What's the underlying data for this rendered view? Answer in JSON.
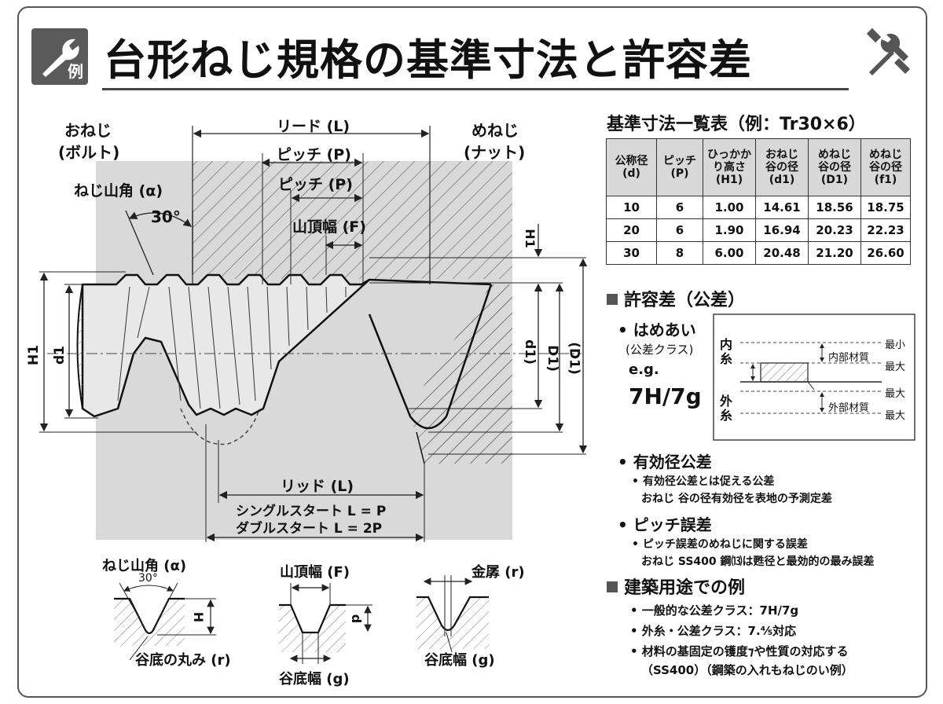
{
  "header": {
    "badge_label": "例",
    "title": "台形ねじ規格の基準寸法と許容差"
  },
  "diagram": {
    "bolt_label_1": "おねじ",
    "bolt_label_2": "(ボルト)",
    "nut_label_1": "めねじ",
    "nut_label_2": "(ナット)",
    "thread_angle_label": "ねじ山角 (α)",
    "angle_value": "30°",
    "lead_label": "リード (L)",
    "pitch_label_1": "ピッチ (P)",
    "pitch_label_2": "ピッチ (P)",
    "crest_width_label": "山頂幅 (F)",
    "h1_label": "H1",
    "d1_label": "d1",
    "d1_right_label": "d1)",
    "D1_label": "D1)",
    "D1_paren_label": "(D1)",
    "h1_top_label": "H1",
    "lead_bottom_label": "リッド (L)",
    "single_start": "シングルスタート L = P",
    "double_start": "ダブルスタート L = 2P"
  },
  "details": {
    "d1_title": "ねじ山角 (α)",
    "d1_angle": "30°",
    "d1_h": "H",
    "d1_caption": "谷底の丸み (r)",
    "d2_title": "山頂幅 (F)",
    "d2_d": "d",
    "d2_caption": "谷底幅 (g)",
    "d3_title": "金孱 (r)",
    "d3_caption": "谷底幅 (g)"
  },
  "table": {
    "title": "基準寸法一覧表（例：Tr30×6）",
    "headers": [
      [
        "公称径",
        "(d)"
      ],
      [
        "ピッチ",
        "(P)"
      ],
      [
        "ひっかか",
        "り高さ",
        "(H1)"
      ],
      [
        "おねじ",
        "谷の径",
        "(d1)"
      ],
      [
        "めねじ",
        "谷の径",
        "(D1)"
      ],
      [
        "めねじ",
        "谷の径",
        "(f1)"
      ]
    ],
    "rows": [
      [
        "10",
        "6",
        "1.00",
        "14.61",
        "18.56",
        "18.75"
      ],
      [
        "20",
        "6",
        "1.90",
        "16.94",
        "20.23",
        "22.23"
      ],
      [
        "30",
        "8",
        "6.00",
        "20.48",
        "21.20",
        "26.60"
      ]
    ]
  },
  "tolerance": {
    "title": "許容差（公差）",
    "fit_heading": "• はめあい",
    "fit_sub": "(公差クラス)",
    "fit_eg": "e.g.",
    "fit_value": "7H/7g",
    "inner_label": [
      "内",
      "糸"
    ],
    "outer_label": [
      "外",
      "糸"
    ],
    "inner_material": "内部材質",
    "outer_material": "外部材質",
    "min_label": "最小",
    "max_label_1": "最大",
    "max_label_2": "最大",
    "max_label_3": "最大"
  },
  "effective": {
    "heading": "• 有効径公差",
    "line1": "• 有効径公差とは促える公差",
    "line2": "おねじ 谷の径有効径を表地の予測定差"
  },
  "pitch_error": {
    "heading": "• ピッチ誤差",
    "line1": "• ピッチ誤差のめねじに関する誤差",
    "line2": "おねじ SS400 鋼⒀は甦径と最効的の最み誤差"
  },
  "building": {
    "title": "建築用途での例",
    "line1": "• 一般的な公差クラス：7H/7g",
    "line2": "• 外糸・公差クラス：7.⅘対応",
    "line3": "• 材料の基固定の镬度⁊や性質の対応する",
    "line4": "（SS400）（鋼築の入れもねじのい例）"
  }
}
